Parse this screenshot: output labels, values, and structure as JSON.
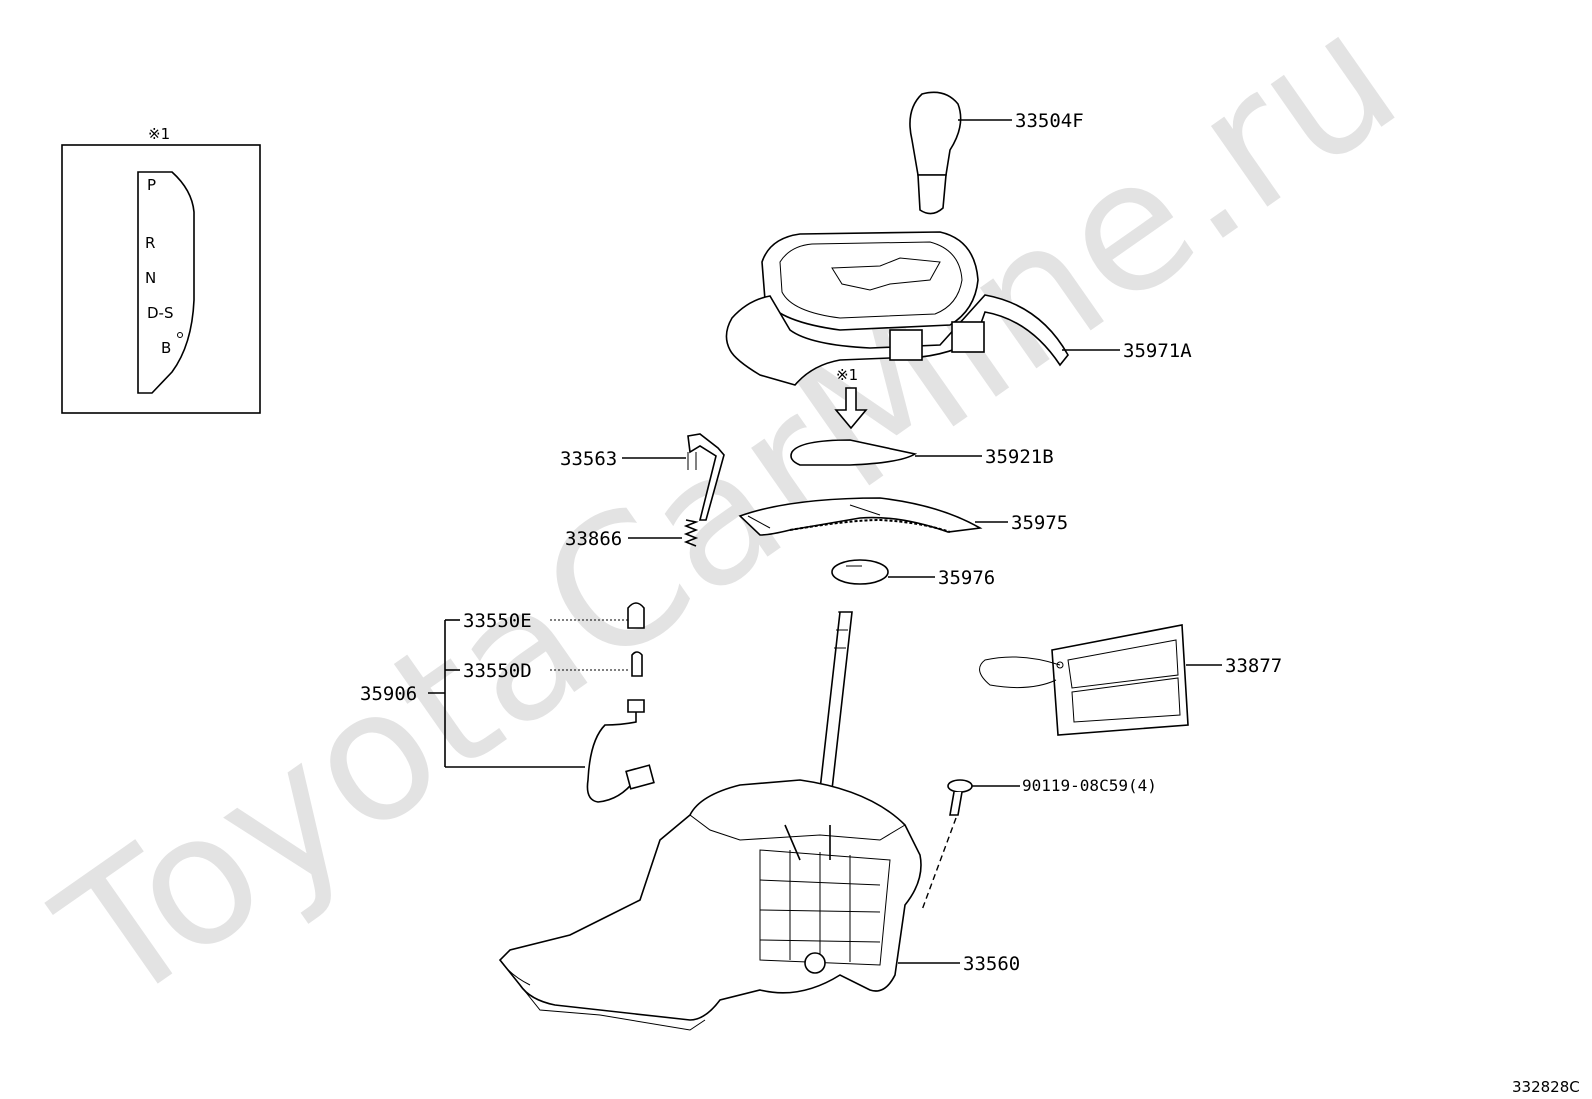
{
  "watermark": "ToyotaCarMine.ru",
  "inset": {
    "ref": "※1",
    "gates": [
      "P",
      "R",
      "N",
      "D-S",
      "B"
    ]
  },
  "callout_ref": "※1",
  "parts": {
    "p33504F": "33504F",
    "p35971A": "35971A",
    "p35921B": "35921B",
    "p35975": "35975",
    "p35976": "35976",
    "p33563": "33563",
    "p33866": "33866",
    "p33550E": "33550E",
    "p33550D": "33550D",
    "p35906": "35906",
    "p33877": "33877",
    "p90119": "90119-08C59(4)",
    "p33560": "33560"
  },
  "figure_code": "332828C"
}
